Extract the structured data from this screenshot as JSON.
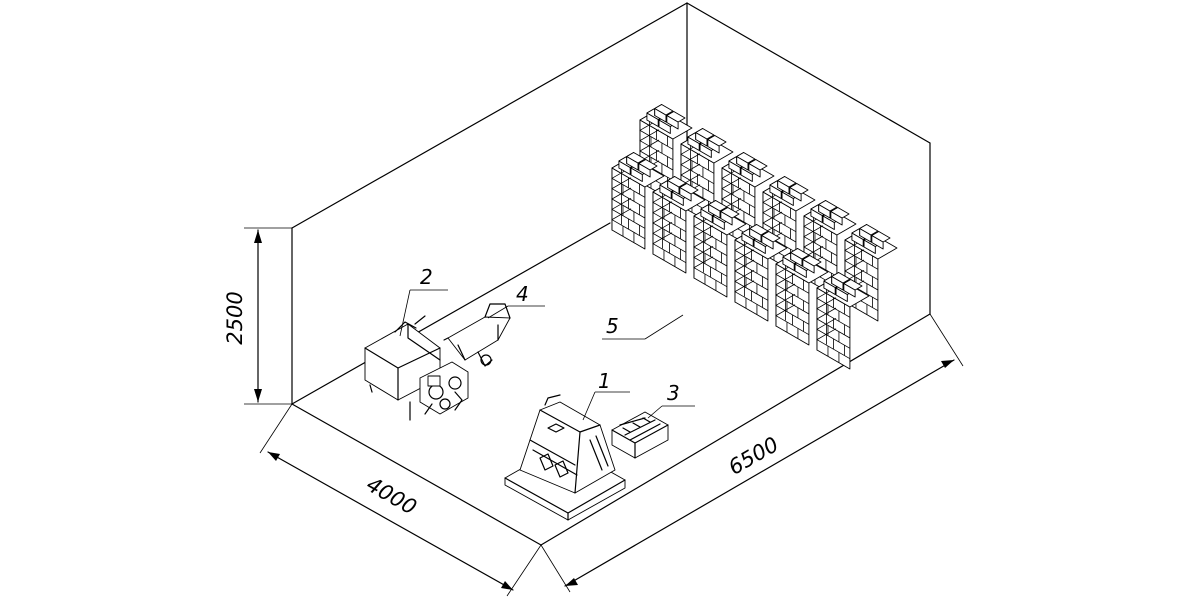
{
  "dimensions": {
    "height": "2500",
    "width": "4000",
    "length": "6500"
  },
  "callouts": [
    {
      "id": "1",
      "label": "1"
    },
    {
      "id": "2",
      "label": "2"
    },
    {
      "id": "3",
      "label": "3"
    },
    {
      "id": "4",
      "label": "4"
    },
    {
      "id": "5",
      "label": "5"
    }
  ]
}
